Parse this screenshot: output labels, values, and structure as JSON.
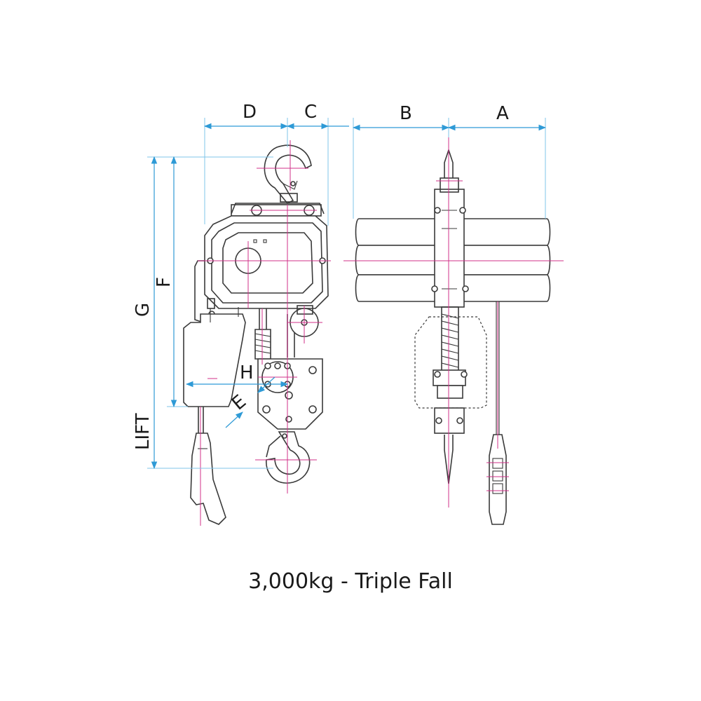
{
  "figure": {
    "caption": "3,000kg - Triple Fall",
    "dimension_labels": {
      "a": "A",
      "b": "B",
      "c": "C",
      "d": "D",
      "e": "E",
      "f": "F",
      "g": "G",
      "h": "H",
      "lift": "LIFT"
    },
    "colors": {
      "outline": "#3a3a3a",
      "center_line": "#d0308a",
      "dimension": "#2e9ad6",
      "text": "#1a1a1a"
    }
  }
}
